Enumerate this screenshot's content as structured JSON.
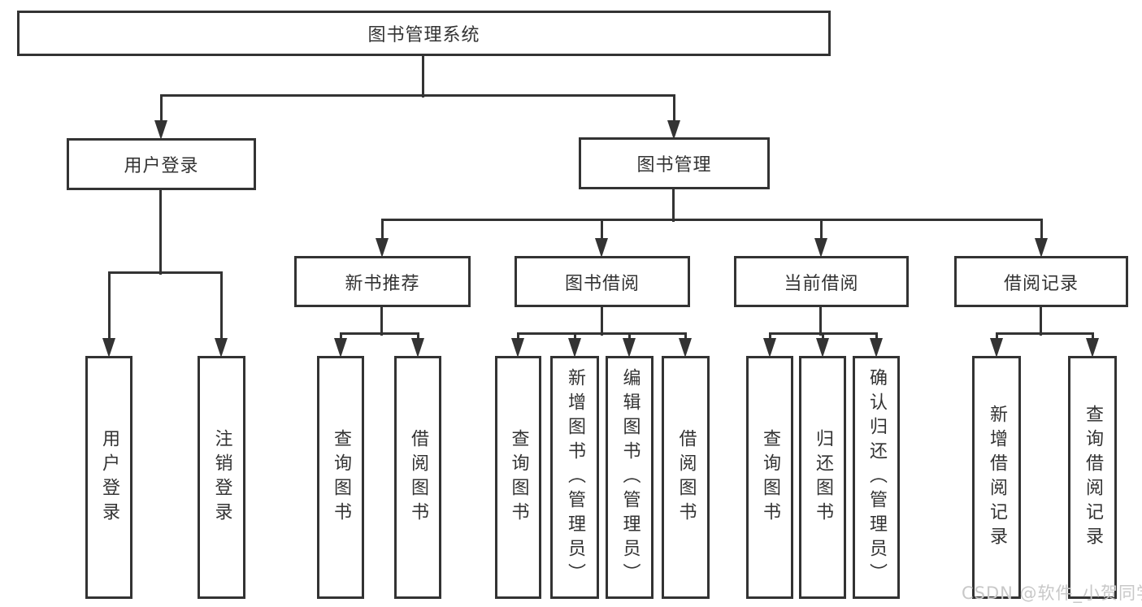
{
  "diagram": {
    "root": {
      "label": "图书管理系统"
    },
    "branches": [
      {
        "label": "用户登录",
        "children": [
          {
            "label": "用户登录"
          },
          {
            "label": "注销登录"
          }
        ]
      },
      {
        "label": "图书管理",
        "children": [
          {
            "label": "新书推荐",
            "children": [
              {
                "label": "查询图书"
              },
              {
                "label": "借阅图书"
              }
            ]
          },
          {
            "label": "图书借阅",
            "children": [
              {
                "label": "查询图书"
              },
              {
                "label": "新增图书（管理员）"
              },
              {
                "label": "编辑图书（管理员）"
              },
              {
                "label": "借阅图书"
              }
            ]
          },
          {
            "label": "当前借阅",
            "children": [
              {
                "label": "查询图书"
              },
              {
                "label": "归还图书"
              },
              {
                "label": "确认归还（管理员）"
              }
            ]
          },
          {
            "label": "借阅记录",
            "children": [
              {
                "label": "新增借阅记录"
              },
              {
                "label": "查询借阅记录"
              }
            ]
          }
        ]
      }
    ]
  },
  "watermark": {
    "text": "CSDN @软件_小贺同学"
  },
  "colors": {
    "line": "#333333",
    "text": "#333333",
    "watermark": "#c8c8c8",
    "background": "#ffffff"
  }
}
